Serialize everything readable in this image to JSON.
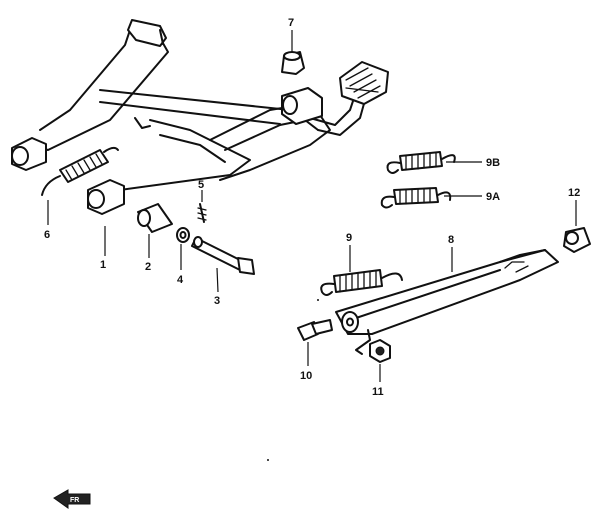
{
  "diagram": {
    "callouts": [
      {
        "id": "1",
        "label": "1"
      },
      {
        "id": "2",
        "label": "2"
      },
      {
        "id": "3",
        "label": "3"
      },
      {
        "id": "4",
        "label": "4"
      },
      {
        "id": "5",
        "label": "5"
      },
      {
        "id": "6",
        "label": "6"
      },
      {
        "id": "7",
        "label": "7"
      },
      {
        "id": "8",
        "label": "8"
      },
      {
        "id": "9",
        "label": "9"
      },
      {
        "id": "9A",
        "label": "9A"
      },
      {
        "id": "9B",
        "label": "9B"
      },
      {
        "id": "10",
        "label": "10"
      },
      {
        "id": "11",
        "label": "11"
      },
      {
        "id": "12",
        "label": "12"
      }
    ],
    "front_arrow": {
      "label": "FR"
    }
  }
}
